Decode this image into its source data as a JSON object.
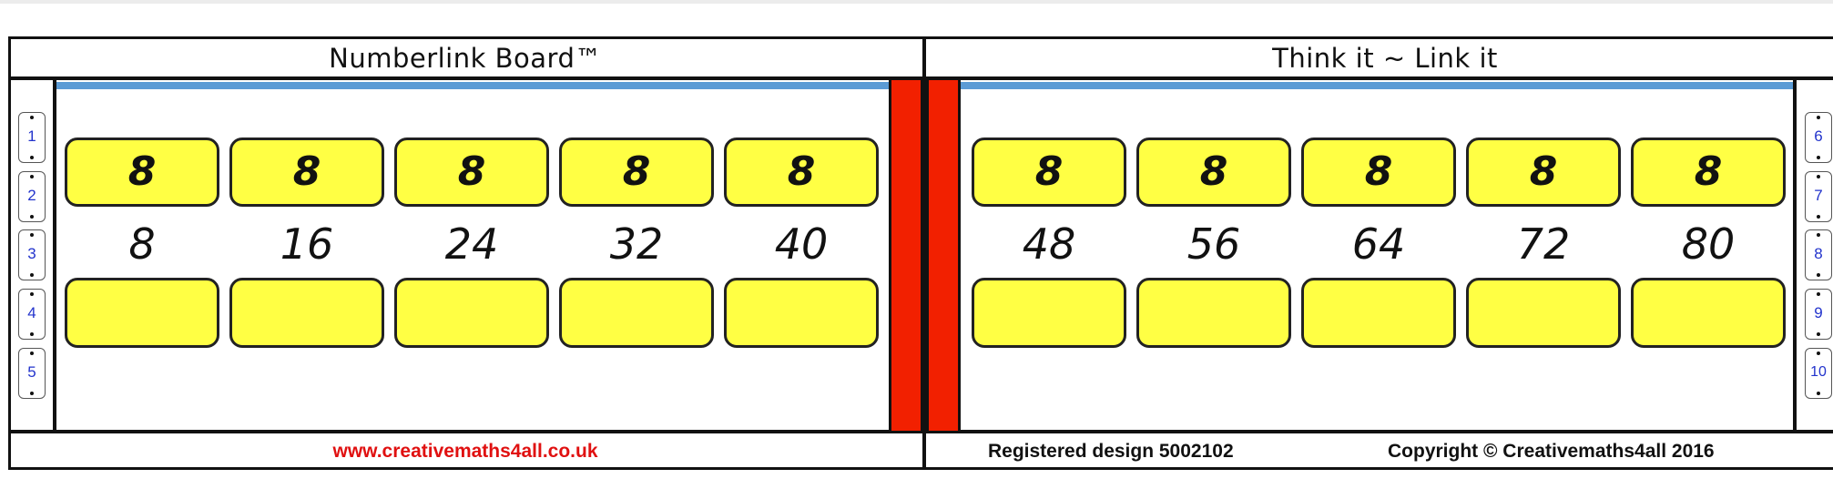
{
  "header": {
    "left_title": "Numberlink Board™",
    "right_title": "Think it ~ Link it"
  },
  "left_board": {
    "multipliers": [
      "8",
      "8",
      "8",
      "8",
      "8"
    ],
    "products": [
      "8",
      "16",
      "24",
      "32",
      "40"
    ],
    "row_tabs": [
      "1",
      "2",
      "3",
      "4",
      "5"
    ]
  },
  "right_board": {
    "multipliers": [
      "8",
      "8",
      "8",
      "8",
      "8"
    ],
    "products": [
      "48",
      "56",
      "64",
      "72",
      "80"
    ],
    "row_tabs": [
      "6",
      "7",
      "8",
      "9",
      "10"
    ]
  },
  "footer": {
    "website": "www.creativemaths4all.co.uk",
    "registered": "Registered design 5002102",
    "copyright": "Copyright © Creativemaths4all 2016"
  },
  "colors": {
    "tile": "#ffff44",
    "spine": "#f22000",
    "bar": "#5b9bd5",
    "link": "#e01010"
  }
}
